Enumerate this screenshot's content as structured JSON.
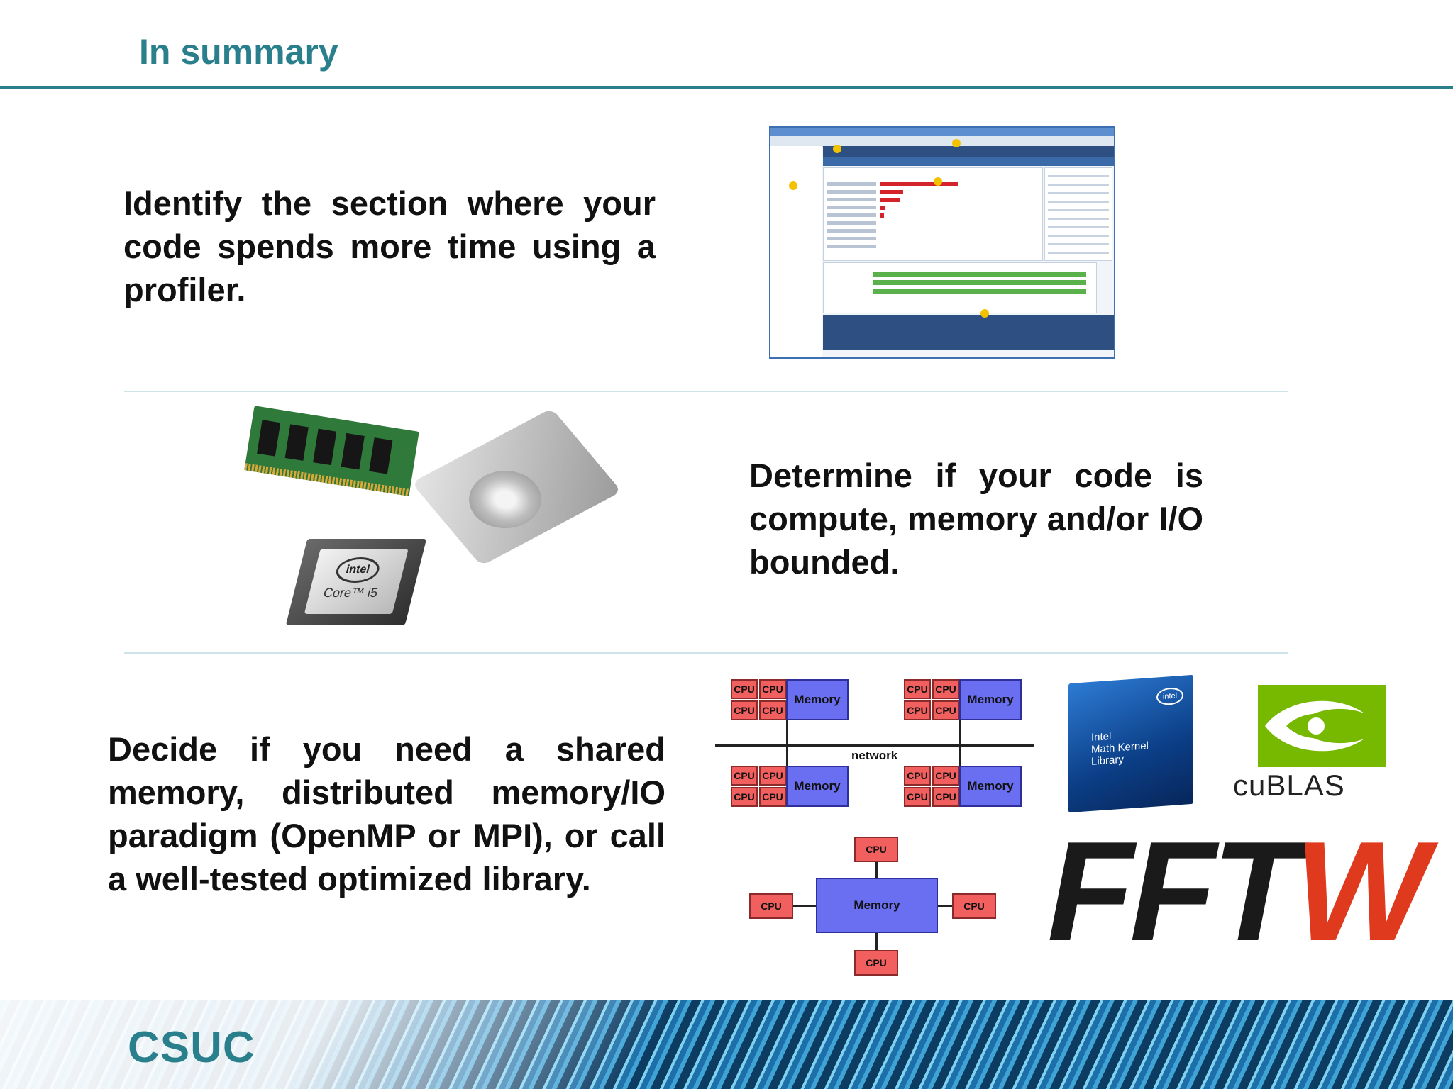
{
  "title": "In summary",
  "sections": [
    {
      "text": "Identify the section where your code spends more time using a profiler."
    },
    {
      "text": "Determine if your code is compute, memory and/or I/O bounded."
    },
    {
      "text": "Decide if you need a  shared memory, distributed memory/IO paradigm (OpenMP or MPI), or call a well-tested optimized library."
    }
  ],
  "hardware": {
    "cpu_brand": "intel",
    "cpu_model": "Core™ i5"
  },
  "diagrams": {
    "cpu_label": "CPU",
    "memory_label": "Memory",
    "network_label": "network"
  },
  "libraries": {
    "mkl_brand": "intel",
    "mkl_name": "Intel\nMath Kernel\nLibrary",
    "cublas": "cuBLAS",
    "fftw_left": "FFT",
    "fftw_right": "W"
  },
  "footer": {
    "logo": "CSUC"
  },
  "colors": {
    "title": "#2a7f8c",
    "nvidia_green": "#76b900",
    "fftw_red": "#e03a1e"
  }
}
